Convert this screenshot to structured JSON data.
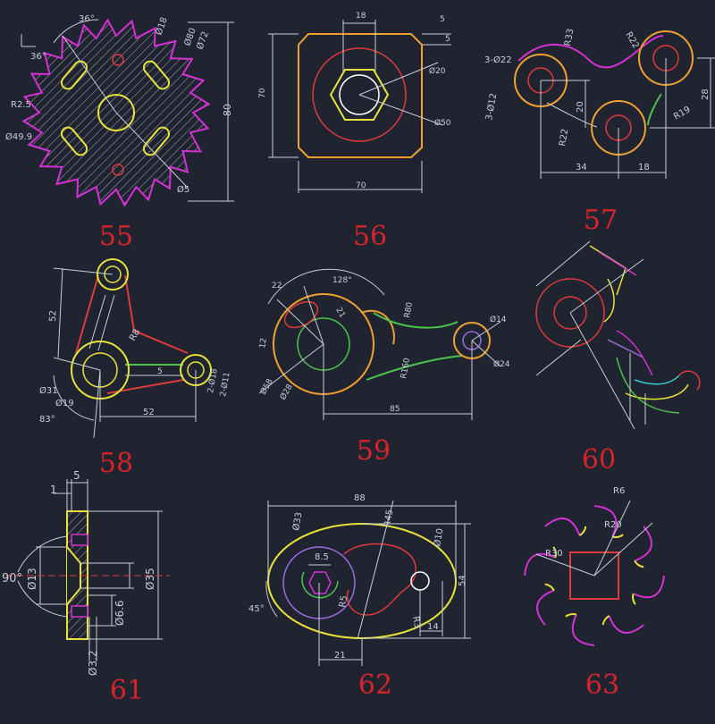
{
  "colors": {
    "background": "#1f2430",
    "number": "#d7232a",
    "dim": "#c9ced8",
    "yellow": "#e8e23a",
    "magenta": "#d630d6",
    "red": "#e03a3a",
    "orange": "#f0a030",
    "green": "#4cc44c",
    "white": "#ffffff",
    "cyan": "#35c9c9",
    "purple": "#9a6be0"
  },
  "diagrams": [
    {
      "number": "55",
      "labels": [
        "36°",
        "Ø18",
        "Ø80",
        "Ø72",
        "36°",
        "R2.5",
        "Ø49.9",
        "80",
        "Ø5"
      ]
    },
    {
      "number": "56",
      "labels": [
        "18",
        "5",
        "5",
        "70",
        "Ø20",
        "Ø50",
        "70"
      ]
    },
    {
      "number": "57",
      "labels": [
        "3-Ø22",
        "R33",
        "R22",
        "3-Ø12",
        "20",
        "R22",
        "28",
        "R19",
        "34",
        "18"
      ]
    },
    {
      "number": "58",
      "labels": [
        "52",
        "R8",
        "5",
        "Ø31",
        "Ø19",
        "83°",
        "2-Ø18",
        "2-Ø11",
        "52"
      ]
    },
    {
      "number": "59",
      "labels": [
        "128°",
        "22",
        "21",
        "R80",
        "Ø14",
        "12",
        "R160",
        "Ø24",
        "Ø58",
        "Ø28",
        "85"
      ]
    },
    {
      "number": "60",
      "labels": []
    },
    {
      "number": "61",
      "labels": [
        "5",
        "1",
        "90°",
        "Ø13",
        "Ø35",
        "Ø6.6",
        "Ø3.2"
      ]
    },
    {
      "number": "62",
      "labels": [
        "88",
        "Ø33",
        "R45",
        "Ø10",
        "8.5",
        "54",
        "45°",
        "R5",
        "R3",
        "14",
        "21"
      ]
    },
    {
      "number": "63",
      "labels": [
        "R6",
        "R20",
        "R30"
      ]
    }
  ]
}
